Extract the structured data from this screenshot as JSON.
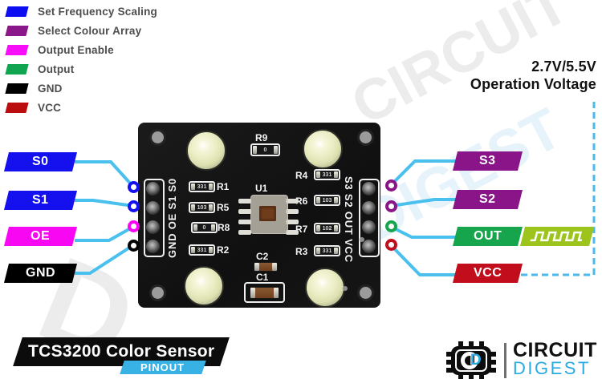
{
  "legend": {
    "items": [
      {
        "label": "Set Frequency Scaling",
        "color": "#0d0df2"
      },
      {
        "label": "Select Colour Array",
        "color": "#8a188a"
      },
      {
        "label": "Output Enable",
        "color": "#f70df7"
      },
      {
        "label": "Output",
        "color": "#12a551"
      },
      {
        "label": "GND",
        "color": "#000000"
      },
      {
        "label": "VCC",
        "color": "#bb0d0d"
      }
    ]
  },
  "voltage_note": {
    "line1": "2.7V/5.5V",
    "line2": "Operation Voltage"
  },
  "pins": {
    "left": [
      {
        "name": "S0",
        "color": "#1410ee"
      },
      {
        "name": "S1",
        "color": "#1410ee"
      },
      {
        "name": "OE",
        "color": "#f707f2"
      },
      {
        "name": "GND",
        "color": "#000000"
      }
    ],
    "right": [
      {
        "name": "S3",
        "color": "#8a1589"
      },
      {
        "name": "S2",
        "color": "#8a1589"
      },
      {
        "name": "OUT",
        "color": "#16a44c"
      },
      {
        "name": "VCC",
        "color": "#c20d1d"
      }
    ]
  },
  "board": {
    "silkscreen_left": "GND OE S1 S0",
    "silkscreen_right": "S3 S2 OUT VCC",
    "chip": {
      "ref": "U1"
    },
    "resistor_top": {
      "ref": "R9",
      "marking": "0"
    },
    "resistors_left": [
      {
        "ref": "R1",
        "marking": "331"
      },
      {
        "ref": "R5",
        "marking": "103"
      },
      {
        "ref": "R8",
        "marking": "0"
      },
      {
        "ref": "R2",
        "marking": "331"
      }
    ],
    "resistors_right": [
      {
        "ref": "R4",
        "marking": "331"
      },
      {
        "ref": "R6",
        "marking": "103"
      },
      {
        "ref": "R7",
        "marking": "102"
      },
      {
        "ref": "R3",
        "marking": "331"
      }
    ],
    "capacitors": [
      {
        "ref": "C2"
      },
      {
        "ref": "C1"
      }
    ]
  },
  "footer": {
    "title": "TCS3200 Color Sensor",
    "tag": "PINOUT"
  },
  "brand": {
    "monogram_d": "D",
    "name_top": "CIRCUIT",
    "name_bottom": "DIGEST"
  },
  "watermarks": {
    "text_top": "CIRCUIT",
    "text_mid": "DIGEST",
    "text_corner": "D"
  },
  "colors": {
    "wire": "#49c0ee",
    "dashed_wire": "#49b9ee",
    "wave_bg": "#9cc41c",
    "pinout_bg": "#38b1e4",
    "brand_blue": "#29abe2"
  }
}
